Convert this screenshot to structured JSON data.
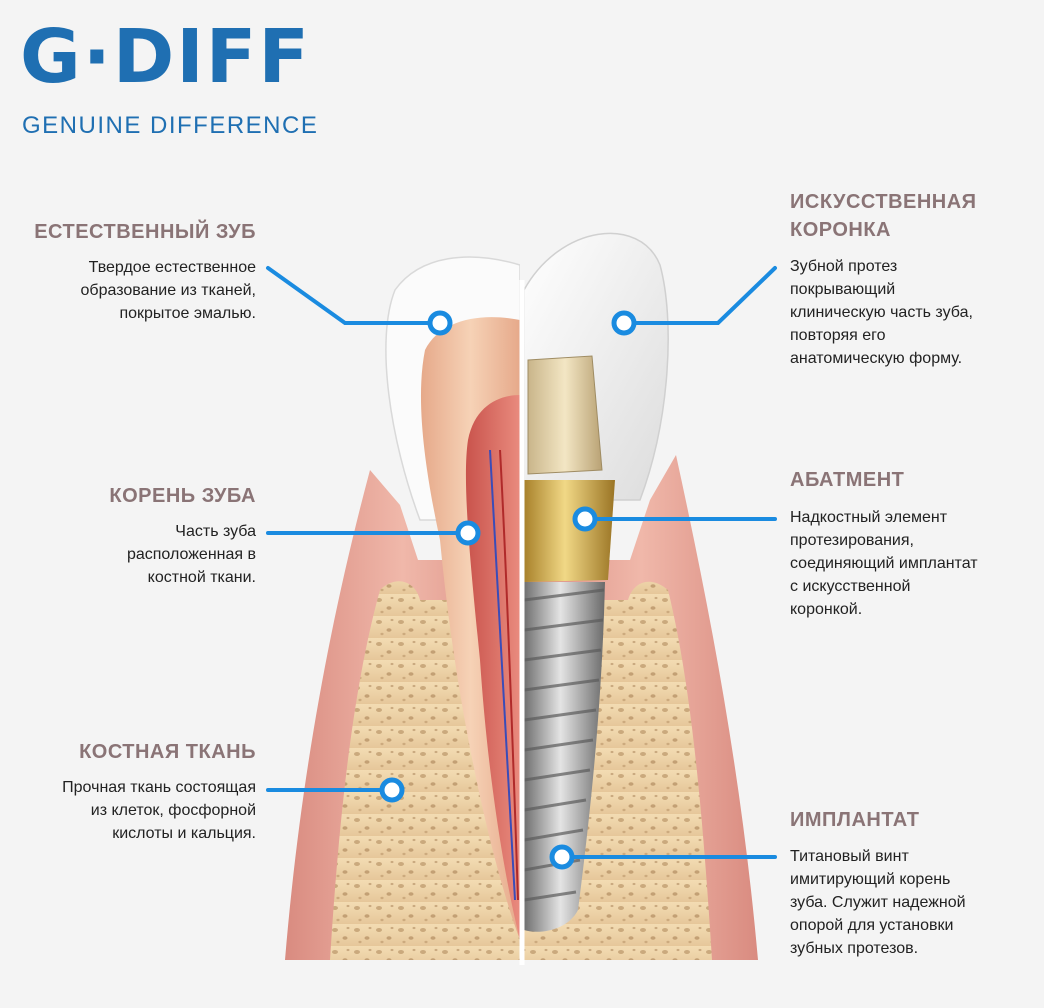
{
  "logo": {
    "wordmark": "G·DIFF",
    "tagline": "GENUINE DIFFERENCE"
  },
  "labels": {
    "natural_tooth": {
      "title": "ЕСТЕСТВЕННЫЙ ЗУБ",
      "description": "Твердое естественное образование из тканей, покрытое эмалью."
    },
    "tooth_root": {
      "title": "КОРЕНЬ ЗУБА",
      "description": "Часть зуба расположенная в костной ткани."
    },
    "bone_tissue": {
      "title": "КОСТНАЯ ТКАНЬ",
      "description": "Прочная ткань состоящая из клеток, фосфорной кислоты и кальция."
    },
    "artificial_crown": {
      "title": "ИСКУССТВЕННАЯ КОРОНКА",
      "description": "Зубной протез покрывающий клиническую часть зуба, повторяя его анатомическую форму."
    },
    "abutment": {
      "title": "АБАТМЕНТ",
      "description": "Надкостный элемент протезирования, соединяющий имплантат с искусственной коронкой."
    },
    "implant": {
      "title": "ИМПЛАНТАТ",
      "description": "Титановый винт имитирующий корень зуба. Служит надежной опорой для установки зубных протезов."
    }
  },
  "colors": {
    "brand_blue": "#1f6fb2",
    "callout_blue": "#1a8be0",
    "heading_mauve": "#8a7476",
    "gum": "#e9a89a",
    "bone": "#ecd3a8",
    "enamel": "#ffffff",
    "dentin": "#f3c9a8",
    "titanium": "#9c9c9c",
    "gold": "#d8b34a"
  }
}
